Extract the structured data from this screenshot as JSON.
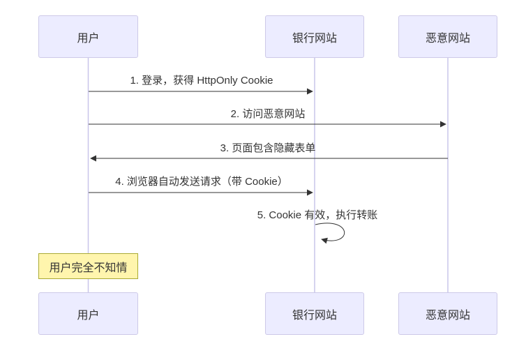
{
  "diagram_type": "sequence",
  "actors": [
    {
      "id": "user",
      "label": "用户"
    },
    {
      "id": "bank",
      "label": "银行网站"
    },
    {
      "id": "evil",
      "label": "恶意网站"
    }
  ],
  "messages": [
    {
      "num": 1,
      "from": "用户",
      "to": "银行网站",
      "direction": "right",
      "line_style": "solid",
      "text": "1. 登录，获得 HttpOnly Cookie"
    },
    {
      "num": 2,
      "from": "用户",
      "to": "恶意网站",
      "direction": "right",
      "line_style": "solid",
      "text": "2. 访问恶意网站"
    },
    {
      "num": 3,
      "from": "恶意网站",
      "to": "用户",
      "direction": "left",
      "line_style": "solid",
      "text": "3. 页面包含隐藏表单"
    },
    {
      "num": 4,
      "from": "用户",
      "to": "银行网站",
      "direction": "right",
      "line_style": "solid",
      "text": "4. 浏览器自动发送请求（带 Cookie）"
    },
    {
      "num": 5,
      "from": "银行网站",
      "to": "银行网站",
      "direction": "self",
      "line_style": "solid",
      "text": "5. Cookie 有效，执行转账"
    }
  ],
  "note": {
    "over": "用户",
    "text": "用户完全不知情"
  },
  "colors": {
    "background": "#FFFFFF",
    "actor_fill": "#ECECFF",
    "actor_border": "#CDC9E8",
    "lifeline": "#C9C6EA",
    "message_line": "#333333",
    "text": "#333333",
    "note_fill": "#FFF5AD",
    "note_border": "#AAAA33"
  }
}
